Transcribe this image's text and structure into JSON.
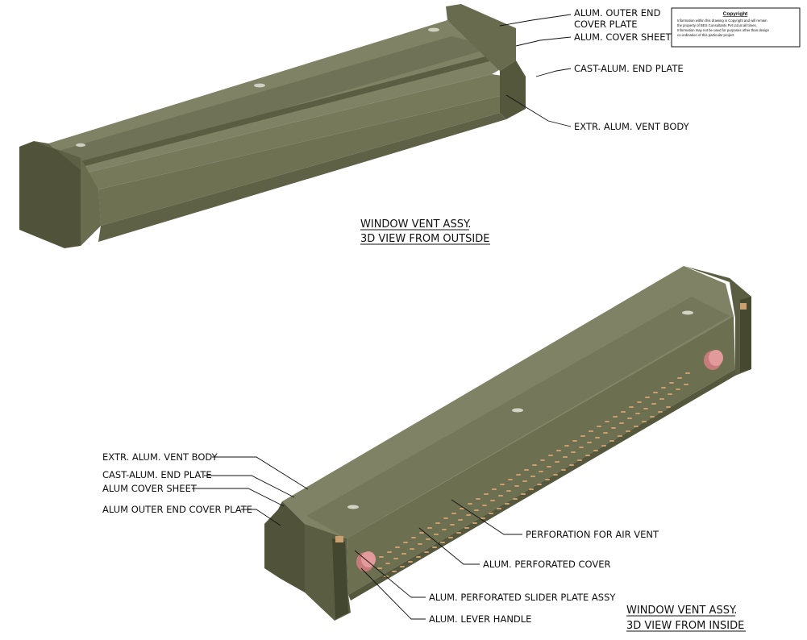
{
  "copyright_box": {
    "heading": "Copyright",
    "lines": [
      "Information within this drawing is Copyright and will remain",
      "the property of BES Consultants Pvt Ltd at all times.",
      "Information may not be used for purposes other than design",
      "co-ordination of this particular project"
    ]
  },
  "outside_view": {
    "title_line1": "WINDOW VENT ASSY.",
    "title_line2": "3D VIEW FROM OUTSIDE",
    "labels": {
      "outer_end_line1": "ALUM. OUTER END",
      "outer_end_line2": "COVER PLATE",
      "cover_sheet": "ALUM. COVER SHEET",
      "end_plate": "CAST-ALUM. END PLATE",
      "vent_body": "EXTR. ALUM. VENT BODY"
    }
  },
  "inside_view": {
    "title_line1": "WINDOW VENT ASSY.",
    "title_line2": "3D VIEW FROM INSIDE",
    "labels": {
      "vent_body": "EXTR. ALUM. VENT BODY",
      "end_plate": "CAST-ALUM. END PLATE",
      "cover_sheet": "ALUM COVER SHEET",
      "outer_end": "ALUM OUTER END COVER PLATE",
      "perforation": "PERFORATION FOR  AIR VENT",
      "perforated_cover": "ALUM. PERFORATED COVER",
      "slider_plate": "ALUM. PERFORATED SLIDER PLATE ASSY",
      "lever_handle": "ALUM. LEVER HANDLE"
    }
  },
  "colors": {
    "body_top": "#7d8062",
    "body_front": "#6e7152",
    "body_dark": "#4f5238",
    "perforation": "#c9a06e",
    "handle": "#d98a8a"
  }
}
